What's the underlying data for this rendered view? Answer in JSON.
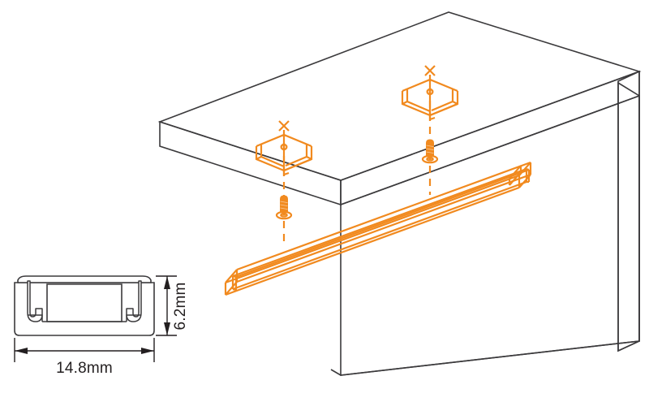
{
  "document": {
    "title": "LED Aluminium Profile — Surface Mount Installation Diagram",
    "type": "technical-line-drawing",
    "background_color": "#ffffff"
  },
  "colors": {
    "structure_line": "#3b3a3c",
    "profile_orange": "#F18A1F",
    "screw_orange": "#F18A1F",
    "dimension_line": "#231f20",
    "section_line": "#3b3a3c",
    "section_fill": "#ffffff"
  },
  "cross_section": {
    "label": "profile-cross-section",
    "width_dimension": {
      "value": "14.8mm",
      "orientation": "horizontal",
      "position": "below"
    },
    "height_dimension": {
      "value": "6.2mm",
      "orientation": "vertical-rotated",
      "position": "right"
    }
  },
  "assembly": {
    "label": "isometric-installation-view",
    "ceiling": {
      "name": "ceiling-slab",
      "style": "outline"
    },
    "wall": {
      "name": "wall-panel",
      "style": "outline"
    },
    "led_profile": {
      "name": "led-profile-extrusion",
      "color": "#F18A1F",
      "orientation": "diagonal-isometric"
    },
    "mounting_clips": [
      {
        "name": "mounting-clip-left",
        "color": "#F18A1F"
      },
      {
        "name": "mounting-clip-right",
        "color": "#F18A1F"
      }
    ],
    "screws": [
      {
        "name": "mounting-screw-left",
        "color": "#F18A1F"
      },
      {
        "name": "mounting-screw-right",
        "color": "#F18A1F"
      }
    ],
    "center_lines": [
      {
        "name": "center-line-left",
        "style": "dashed"
      },
      {
        "name": "center-line-right",
        "style": "dashed"
      }
    ],
    "cross_marks": [
      {
        "name": "cross-mark-left",
        "glyph": "x"
      },
      {
        "name": "cross-mark-right",
        "glyph": "x"
      }
    ]
  },
  "chart_data": {
    "type": "table",
    "title": "LED Aluminium Profile Dimensions",
    "categories": [
      "Width",
      "Height"
    ],
    "values": [
      14.8,
      6.2
    ],
    "units": "mm",
    "labels": [
      "14.8mm",
      "6.2mm"
    ]
  }
}
